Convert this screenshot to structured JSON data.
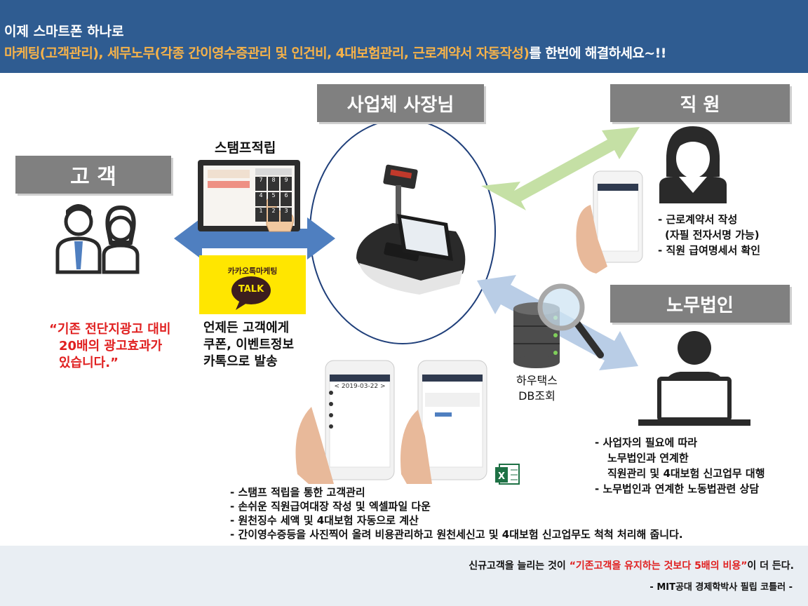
{
  "header": {
    "line1": "이제 스마트폰 하나로",
    "line2_orange": "마케팅(고객관리), 세무노무(각종 간이영수증관리 및 인건비, 4대보험관리, 근로계약서 자동작성)",
    "line2_white": "를 한번에 해결하세요~!!"
  },
  "boxes": {
    "owner": "사업체 사장님",
    "employee": "직 원",
    "customer": "고 객",
    "labor": "노무법인"
  },
  "stamp": {
    "title": "스탬프적립",
    "keys": [
      "7",
      "8",
      "9",
      "4",
      "5",
      "6",
      "1",
      "2",
      "3"
    ]
  },
  "kakao": {
    "brand": "카카오톡마케팅",
    "talk": "TALK"
  },
  "quote": {
    "line1": "“기존 전단지광고 대비",
    "line2": "20배의 광고효과가",
    "line3": "있습니다.”"
  },
  "kakao_desc": {
    "line1": "언제든 고객에게",
    "line2": "쿠폰, 이벤트정보",
    "line3": "카톡으로 발송"
  },
  "employee_desc": {
    "line1": "- 근로계약서 작성",
    "line2": "(자필 전자서명 가능)",
    "line3": "- 직원 급여명세서 확인"
  },
  "db": {
    "line1": "하우택스",
    "line2": "DB조회"
  },
  "phone_date": "< 2019-03-22 >",
  "labor_desc": {
    "line1": "- 사업자의 필요에 따라",
    "line2": "노무법인과 연계한",
    "line3": "직원관리 및 4대보험 신고업무 대행",
    "line4": "- 노무법인과 연계한 노동법관련 상담"
  },
  "bottom_list": [
    "- 스탬프 적립을 통한 고객관리",
    "- 손쉬운 직원급여대장 작성 및 엑셀파일 다운",
    "- 원천징수 세액 및 4대보험 자동으로 계산",
    "- 간이영수증등을 사진찍어 올려 비용관리하고 원천세신고 및 4대보험 신고업무도 척척 처리해 줍니다."
  ],
  "footer": {
    "pre": "신규고객을 늘리는 것이 ",
    "highlight": "“기존고객을 유지하는 것보다 5배의 비용”",
    "post": "이 더 든다.",
    "source": "- MIT공대 경제학박사  필립 코틀러 -"
  },
  "colors": {
    "header_bg": "#2f5c91",
    "header_highlight": "#f5b24a",
    "box_gray": "#808080",
    "quote_red": "#e02020",
    "footer_red": "#e02020",
    "kakao_yellow": "#ffe600",
    "arrow_blue": "#4f7fc0",
    "arrow_green": "#c5e0a5",
    "arrow_lightblue": "#b9cde6"
  }
}
